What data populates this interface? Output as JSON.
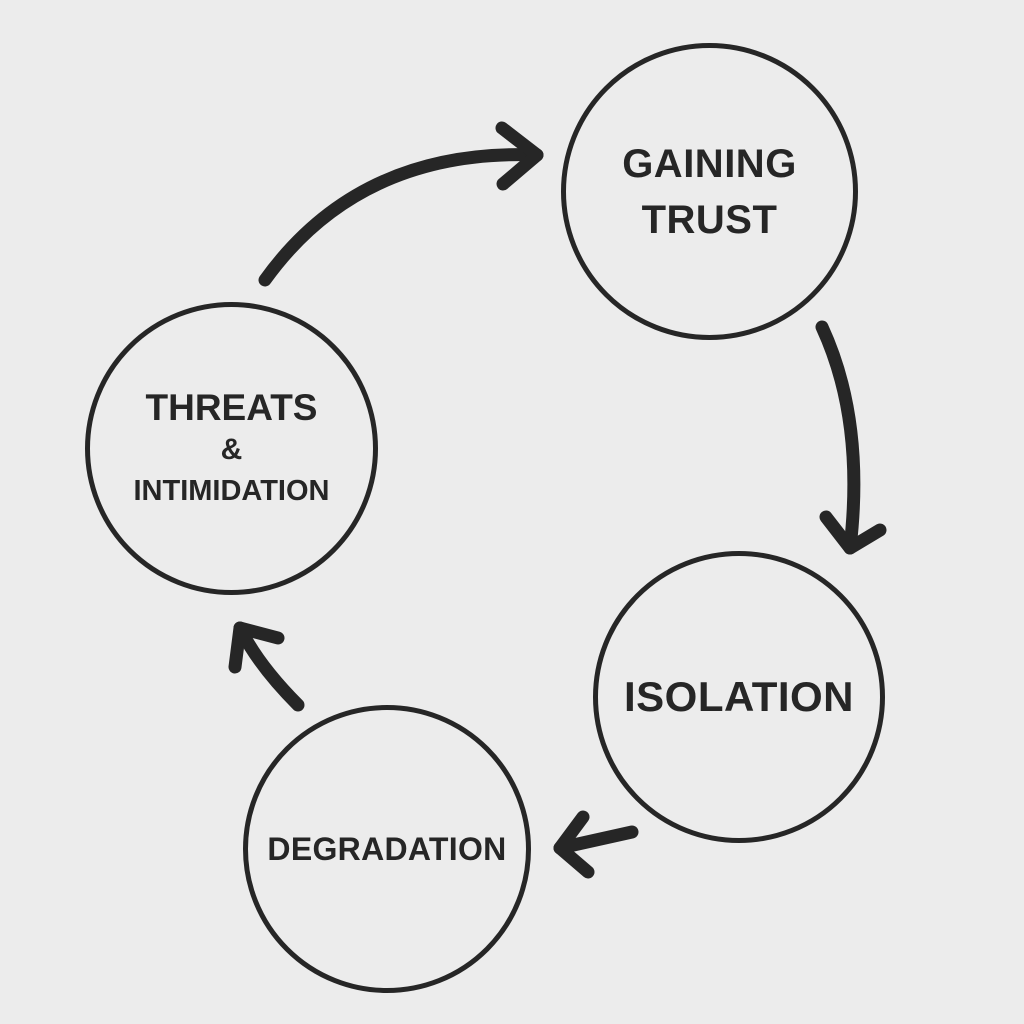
{
  "diagram": {
    "nodes": [
      {
        "id": "gaining-trust",
        "lines": [
          "GAINING",
          "TRUST"
        ]
      },
      {
        "id": "isolation",
        "lines": [
          "ISOLATION"
        ]
      },
      {
        "id": "degradation",
        "lines": [
          "DEGRADATION"
        ]
      },
      {
        "id": "threats-intimidation",
        "lines": [
          "THREATS",
          "&",
          "INTIMIDATION"
        ]
      }
    ],
    "flow": [
      {
        "from": "threats-intimidation",
        "to": "gaining-trust"
      },
      {
        "from": "gaining-trust",
        "to": "isolation"
      },
      {
        "from": "isolation",
        "to": "degradation"
      },
      {
        "from": "degradation",
        "to": "threats-intimidation"
      }
    ],
    "colors": {
      "background": "#ececec",
      "stroke": "#262626"
    }
  }
}
